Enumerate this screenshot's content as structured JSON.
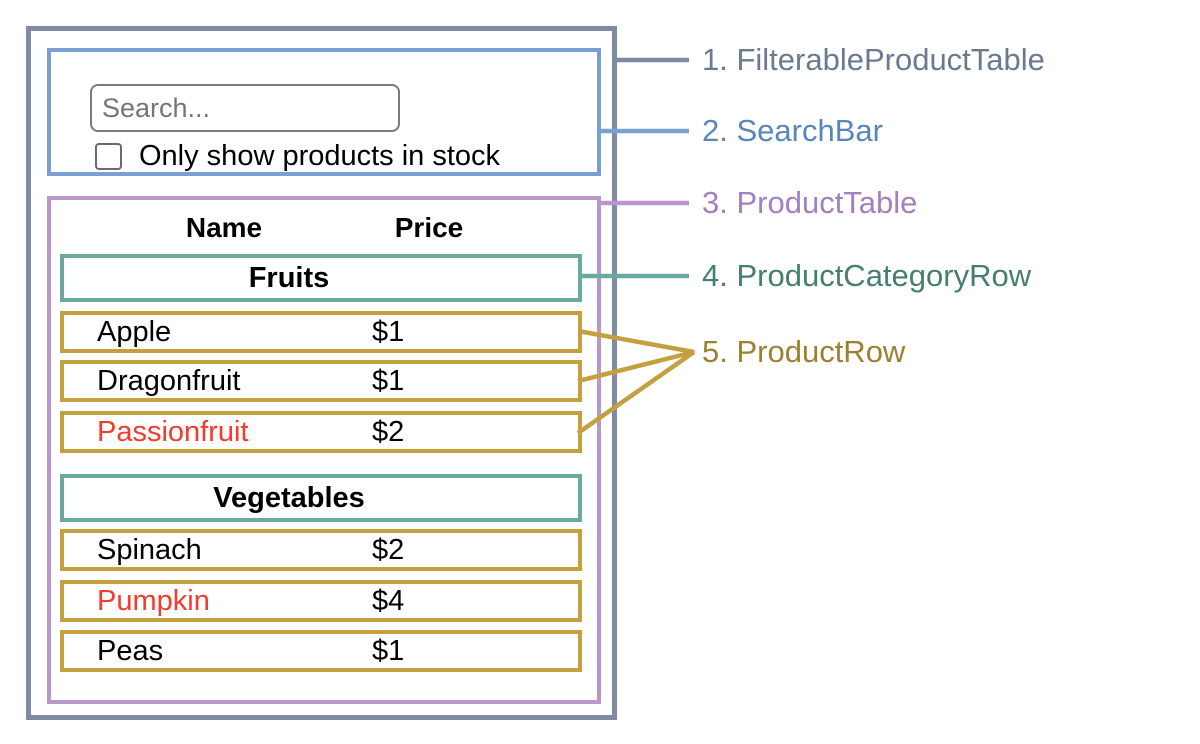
{
  "palette": {
    "slate-border": "#7e8ba2",
    "slate-text": "#6a7b91",
    "blue-border": "#7a9fd1",
    "blue-text": "#5886bb",
    "purple-border": "#b996cc",
    "purple-text": "#a280c2",
    "teal-border": "#6aaa9e",
    "teal-text": "#45806e",
    "gold-border": "#c5a03f",
    "gold-text": "#9d8030",
    "red-text": "#f43b2c"
  },
  "search_bar": {
    "placeholder": "Search...",
    "checkbox_label": "Only show products in stock",
    "checkbox_checked": false
  },
  "table": {
    "header": {
      "name": "Name",
      "price": "Price"
    },
    "rows": [
      {
        "type": "category",
        "label": "Fruits"
      },
      {
        "type": "product",
        "name": "Apple",
        "price": "$1",
        "red": false
      },
      {
        "type": "product",
        "name": "Dragonfruit",
        "price": "$1",
        "red": false
      },
      {
        "type": "product",
        "name": "Passionfruit",
        "price": "$2",
        "red": true
      },
      {
        "type": "category",
        "label": "Vegetables"
      },
      {
        "type": "product",
        "name": "Spinach",
        "price": "$2",
        "red": false
      },
      {
        "type": "product",
        "name": "Pumpkin",
        "price": "$4",
        "red": true
      },
      {
        "type": "product",
        "name": "Peas",
        "price": "$1",
        "red": false
      }
    ]
  },
  "legend": {
    "items": [
      {
        "text": "1. FilterableProductTable"
      },
      {
        "text": "2. SearchBar"
      },
      {
        "text": "3. ProductTable"
      },
      {
        "text": "4. ProductCategoryRow"
      },
      {
        "text": "5. ProductRow"
      }
    ]
  }
}
